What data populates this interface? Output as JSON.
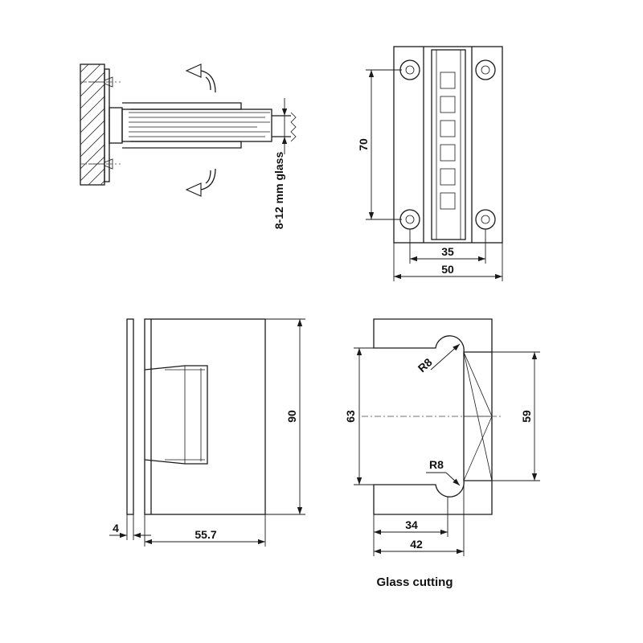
{
  "labels": {
    "glass_thickness": "8-12 mm glass",
    "height_70": "70",
    "width_35": "35",
    "width_50": "50",
    "height_90": "90",
    "plate_4": "4",
    "depth_55_7": "55.7",
    "height_63": "63",
    "height_59": "59",
    "radius_top": "R8",
    "radius_bottom": "R8",
    "width_34": "34",
    "width_42": "42",
    "glass_cutting": "Glass cutting"
  }
}
